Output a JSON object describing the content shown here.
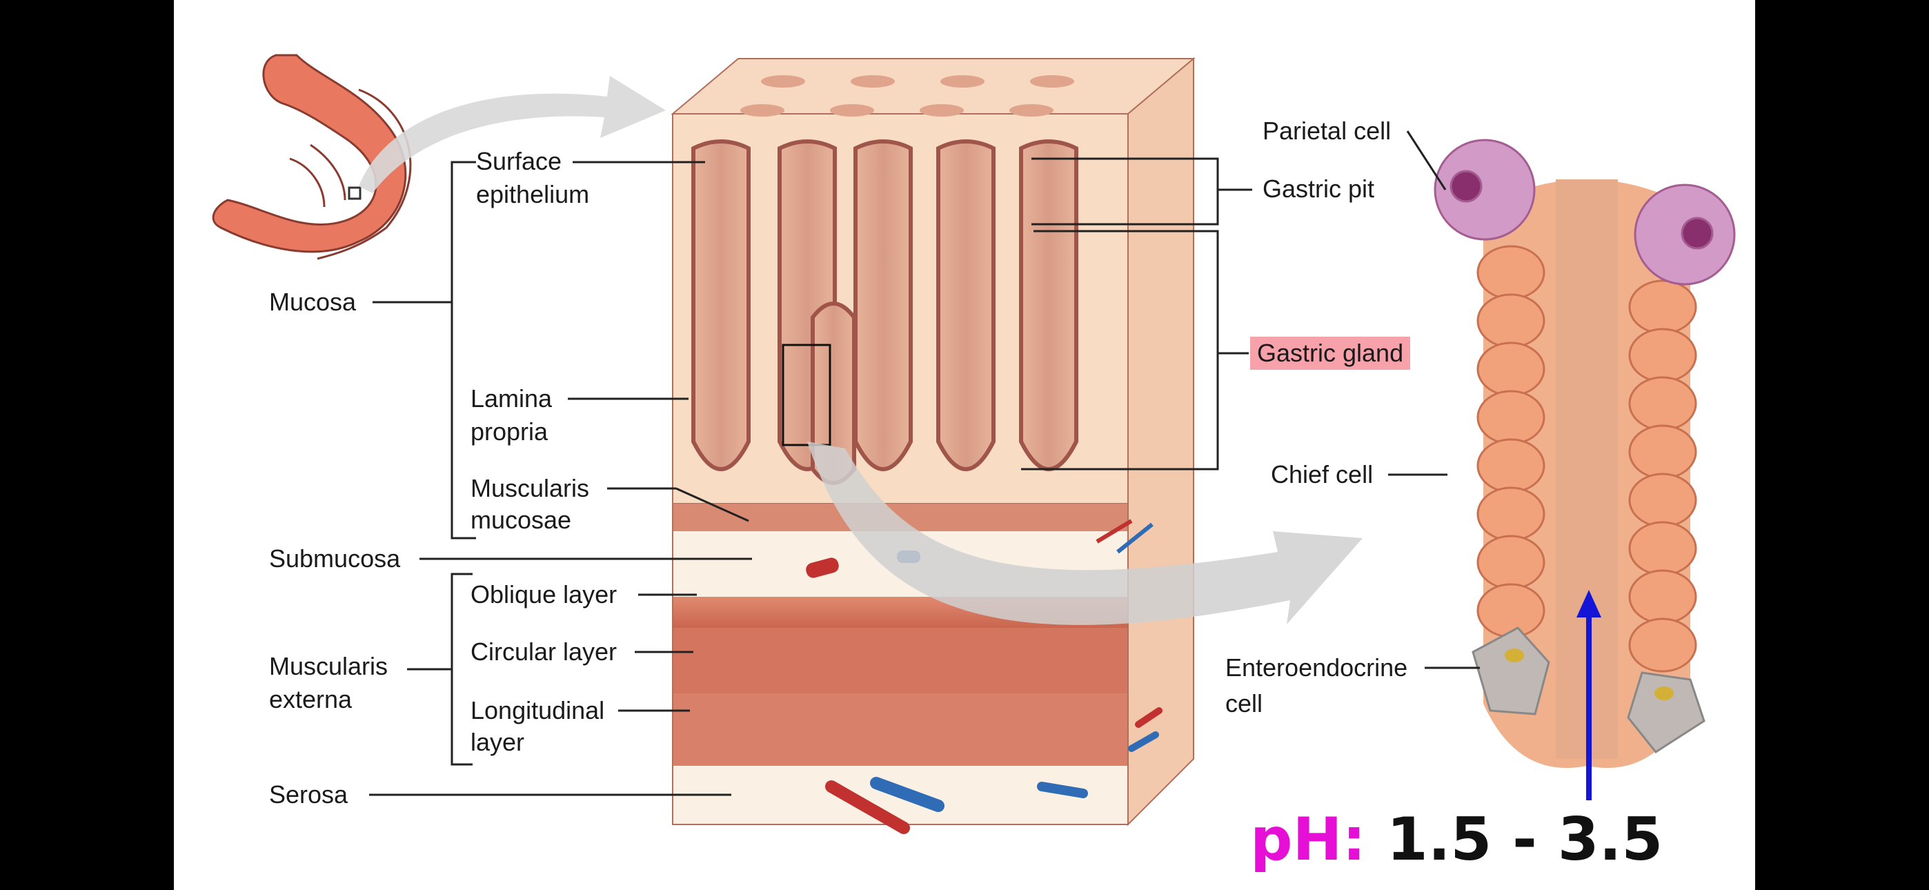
{
  "labels": {
    "surface_epithelium_1": "Surface",
    "surface_epithelium_2": "epithelium",
    "mucosa": "Mucosa",
    "lamina_propria_1": "Lamina",
    "lamina_propria_2": "propria",
    "muscularis_mucosae_1": "Muscularis",
    "muscularis_mucosae_2": "mucosae",
    "submucosa": "Submucosa",
    "oblique_layer": "Oblique layer",
    "circular_layer": "Circular layer",
    "longitudinal_layer_1": "Longitudinal",
    "longitudinal_layer_2": "layer",
    "muscularis_externa_1": "Muscularis",
    "muscularis_externa_2": "externa",
    "serosa": "Serosa",
    "parietal_cell": "Parietal cell",
    "gastric_pit": "Gastric pit",
    "gastric_gland": "Gastric gland",
    "chief_cell": "Chief cell",
    "enteroendocrine_1": "Enteroendocrine",
    "enteroendocrine_2": "cell"
  },
  "ph": {
    "key": "pH:",
    "value": "1.5 - 3.5"
  },
  "colors": {
    "tissue_light": "#f8dcc4",
    "tissue_mid": "#e9a78f",
    "muscle": "#d97b63",
    "gland_wall": "#c8766e",
    "parietal": "#c98fbf",
    "chief": "#f2a27a",
    "enteroendocrine": "#b7b2b0",
    "ph_accent": "#e60fd6",
    "arrow_blue": "#1515d8",
    "highlight": "#f7a1ab"
  }
}
